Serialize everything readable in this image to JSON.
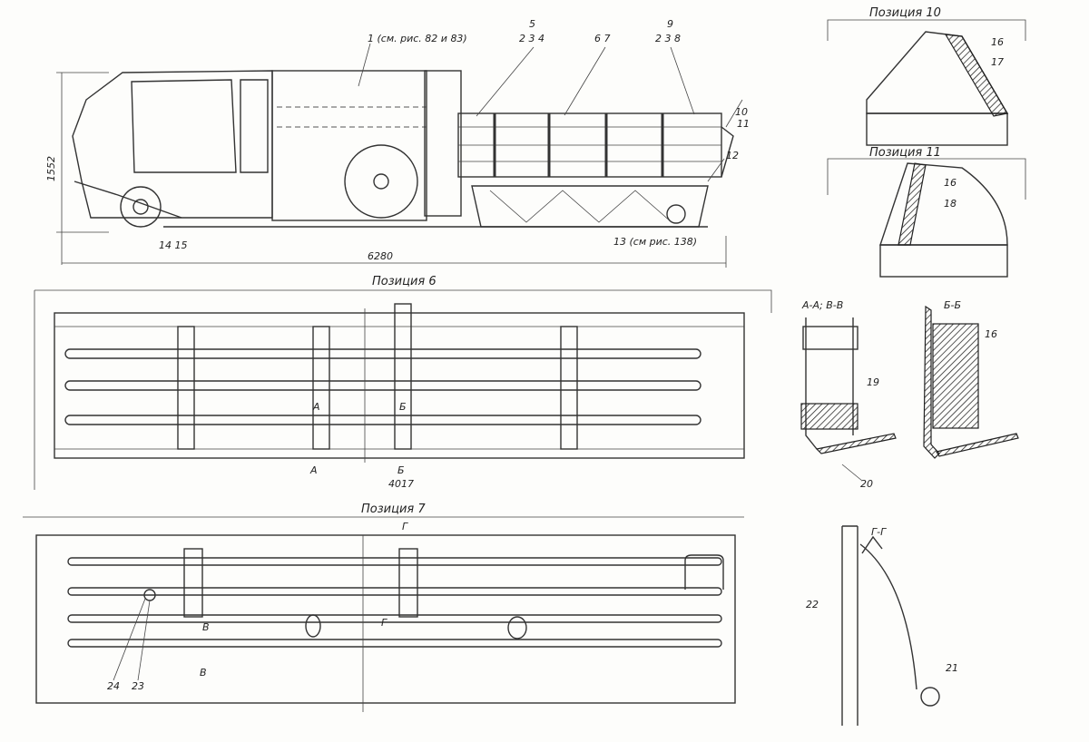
{
  "main_view": {
    "callout_1": "1 (см. рис. 82 и 83)",
    "callout_5": "5",
    "callout_5_parts": "2 3 4",
    "callout_6_7": "6  7",
    "callout_9": "9",
    "callout_9_parts": "2 3 8",
    "callout_10": "10",
    "callout_11": "11",
    "callout_12": "12",
    "callout_13": "13 (см рис. 138)",
    "callout_14_15": "14  15",
    "dim_length": "6280",
    "dim_height": "1552"
  },
  "position_10": {
    "title": "Позиция 10",
    "label_a": "16",
    "label_b": "17"
  },
  "position_11": {
    "title": "Позиция 11",
    "label_a": "16",
    "label_b": "18"
  },
  "position_6": {
    "title": "Позиция 6",
    "sect_a": "А",
    "sect_b": "Б",
    "sect_a2": "А",
    "sect_b2": "Б",
    "dim_length": "4017"
  },
  "section_aa": {
    "title": "А-А; В-В",
    "label_a": "19",
    "label_b": "20"
  },
  "section_bb": {
    "title": "Б-Б",
    "label_a": "16"
  },
  "position_7": {
    "title": "Позиция 7",
    "sect_g": "Г",
    "sect_g2": "Г",
    "sect_v": "В",
    "sect_v2": "В",
    "label_24": "24",
    "label_23": "23"
  },
  "section_gg": {
    "title": "Г-Г",
    "label_22": "22",
    "label_21": "21"
  }
}
